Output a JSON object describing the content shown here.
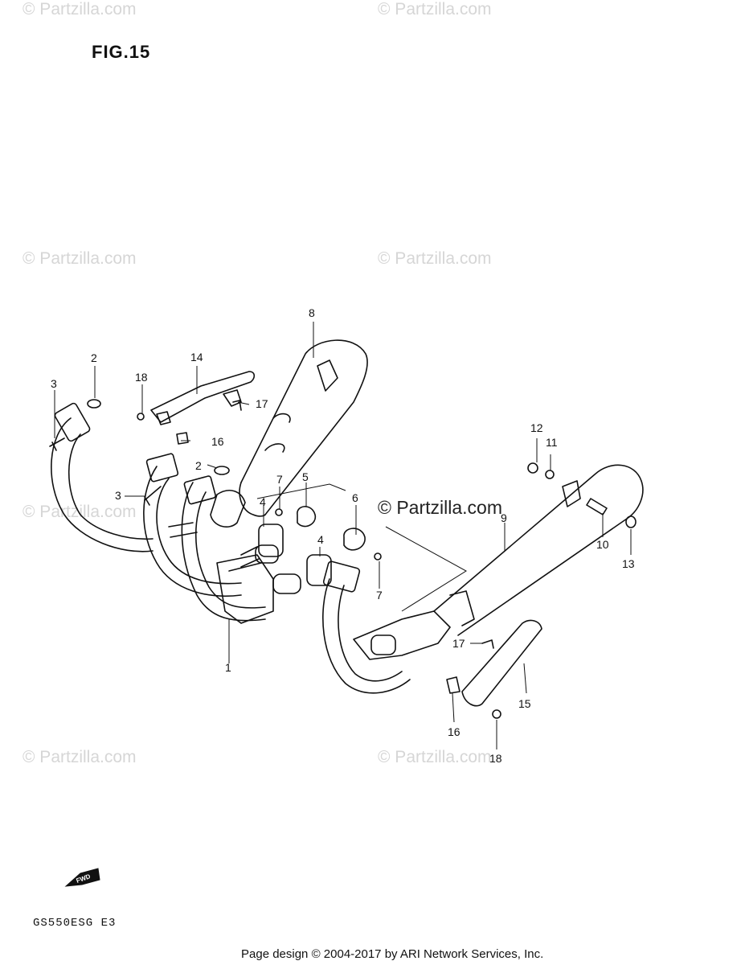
{
  "figure_title": "FIG.15",
  "watermark_text": "© Partzilla.com",
  "main_watermark": "© Partzilla.com",
  "model_code": "GS550ESG  E3",
  "footer": "Page design © 2004-2017 by ARI Network Services, Inc.",
  "fwd_badge": "FWD",
  "callouts": {
    "c1": "1",
    "c2a": "2",
    "c2b": "2",
    "c3a": "3",
    "c3b": "3",
    "c4a": "4",
    "c4b": "4",
    "c5": "5",
    "c6": "6",
    "c7a": "7",
    "c7b": "7",
    "c8": "8",
    "c9": "9",
    "c10": "10",
    "c11": "11",
    "c12": "12",
    "c13": "13",
    "c14": "14",
    "c15": "15",
    "c16a": "16",
    "c16b": "16",
    "c17a": "17",
    "c17b": "17",
    "c18a": "18",
    "c18b": "18"
  }
}
